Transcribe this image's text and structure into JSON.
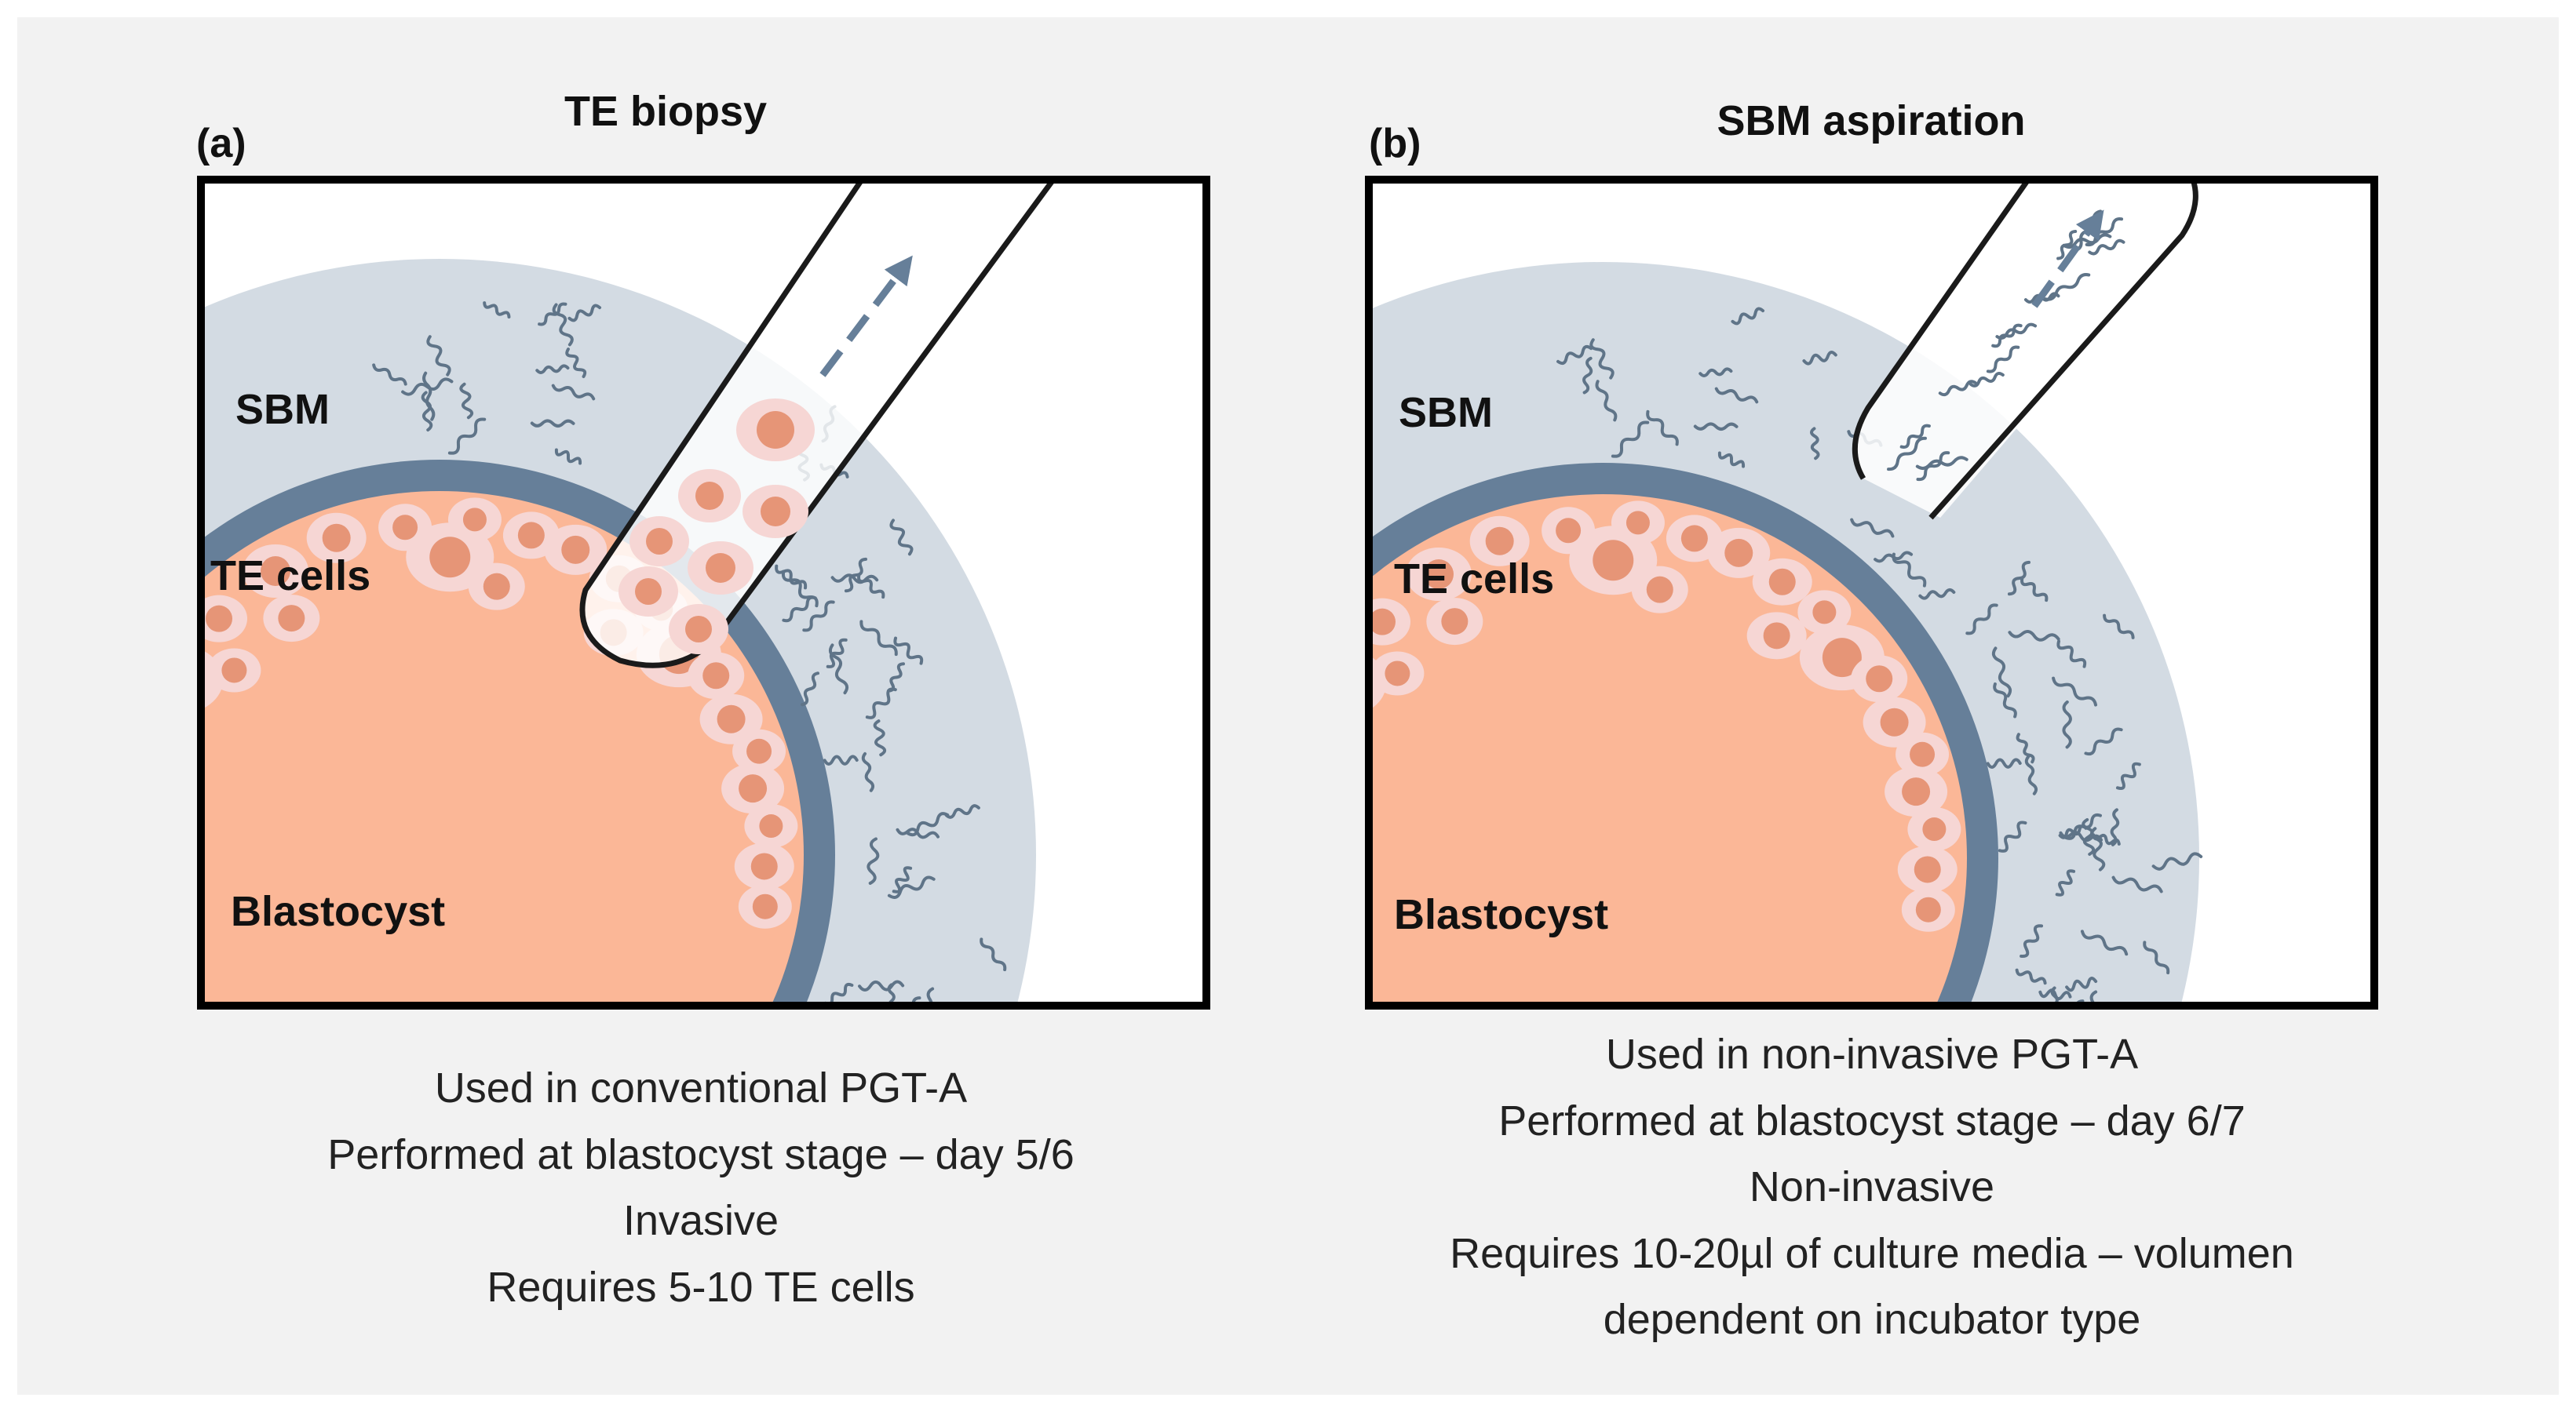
{
  "panels": [
    {
      "letter": "(a)",
      "title": "TE biopsy",
      "labels": {
        "sbm": "SBM",
        "te": "TE cells",
        "blast": "Blastocyst"
      },
      "lines": [
        "Used in conventional PGT-A",
        "Performed at blastocyst stage – day 5/6",
        "Invasive",
        "Requires 5-10 TE cells"
      ]
    },
    {
      "letter": "(b)",
      "title": "SBM aspiration",
      "labels": {
        "sbm": "SBM",
        "te": "TE cells",
        "blast": "Blastocyst"
      },
      "lines": [
        "Used in non-invasive PGT-A",
        "Performed at blastocyst stage – day 6/7",
        "Non-invasive",
        "Requires 10-20µl of culture media – volumen",
        "dependent on incubator type"
      ]
    }
  ],
  "colors": {
    "page_bg": "#f2f2f2",
    "frame": "#000000",
    "sbm_fill": "#d3dbe3",
    "zona": "#667f99",
    "blastocyst": "#fbb797",
    "cell_outer": "#f6d6d4",
    "cell_nucleus": "#e69577",
    "pipette_stroke": "#1a1a1a",
    "arrow": "#667f99",
    "fiber": "#5f7488"
  },
  "icons": {
    "pipette": "micropipette-icon",
    "arrow": "dashed-arrow-icon"
  }
}
